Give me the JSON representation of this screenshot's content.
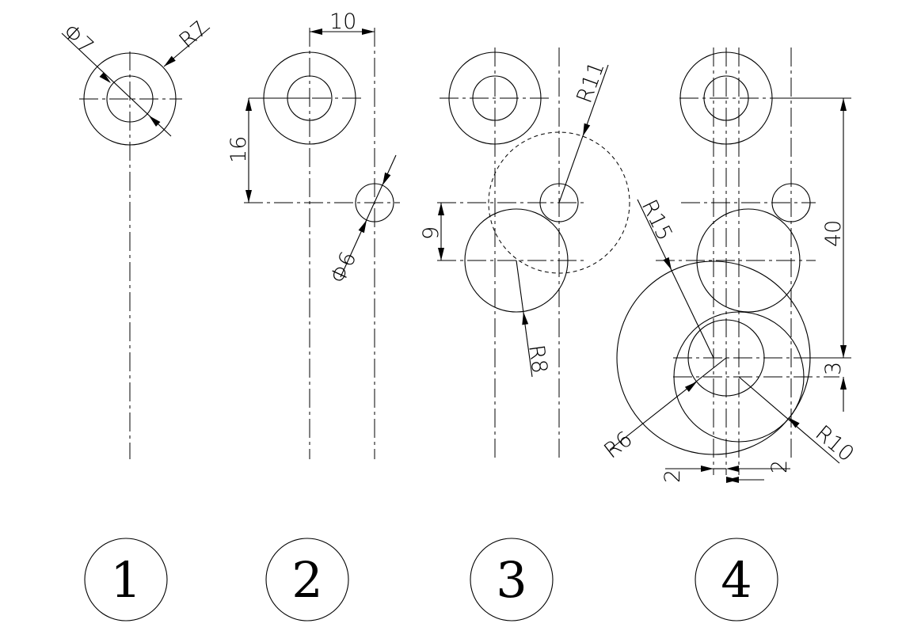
{
  "labels": {
    "d7": "Φ7",
    "r7": "R7",
    "d10": "10",
    "d16": "16",
    "d6": "Φ6",
    "r11": "R11",
    "d9": "9",
    "r8": "R8",
    "r15": "R15",
    "d40": "40",
    "d3": "3",
    "r6": "R6",
    "r10": "R10",
    "d2a": "2",
    "d2b": "2"
  },
  "steps": [
    "1",
    "2",
    "3",
    "4"
  ]
}
